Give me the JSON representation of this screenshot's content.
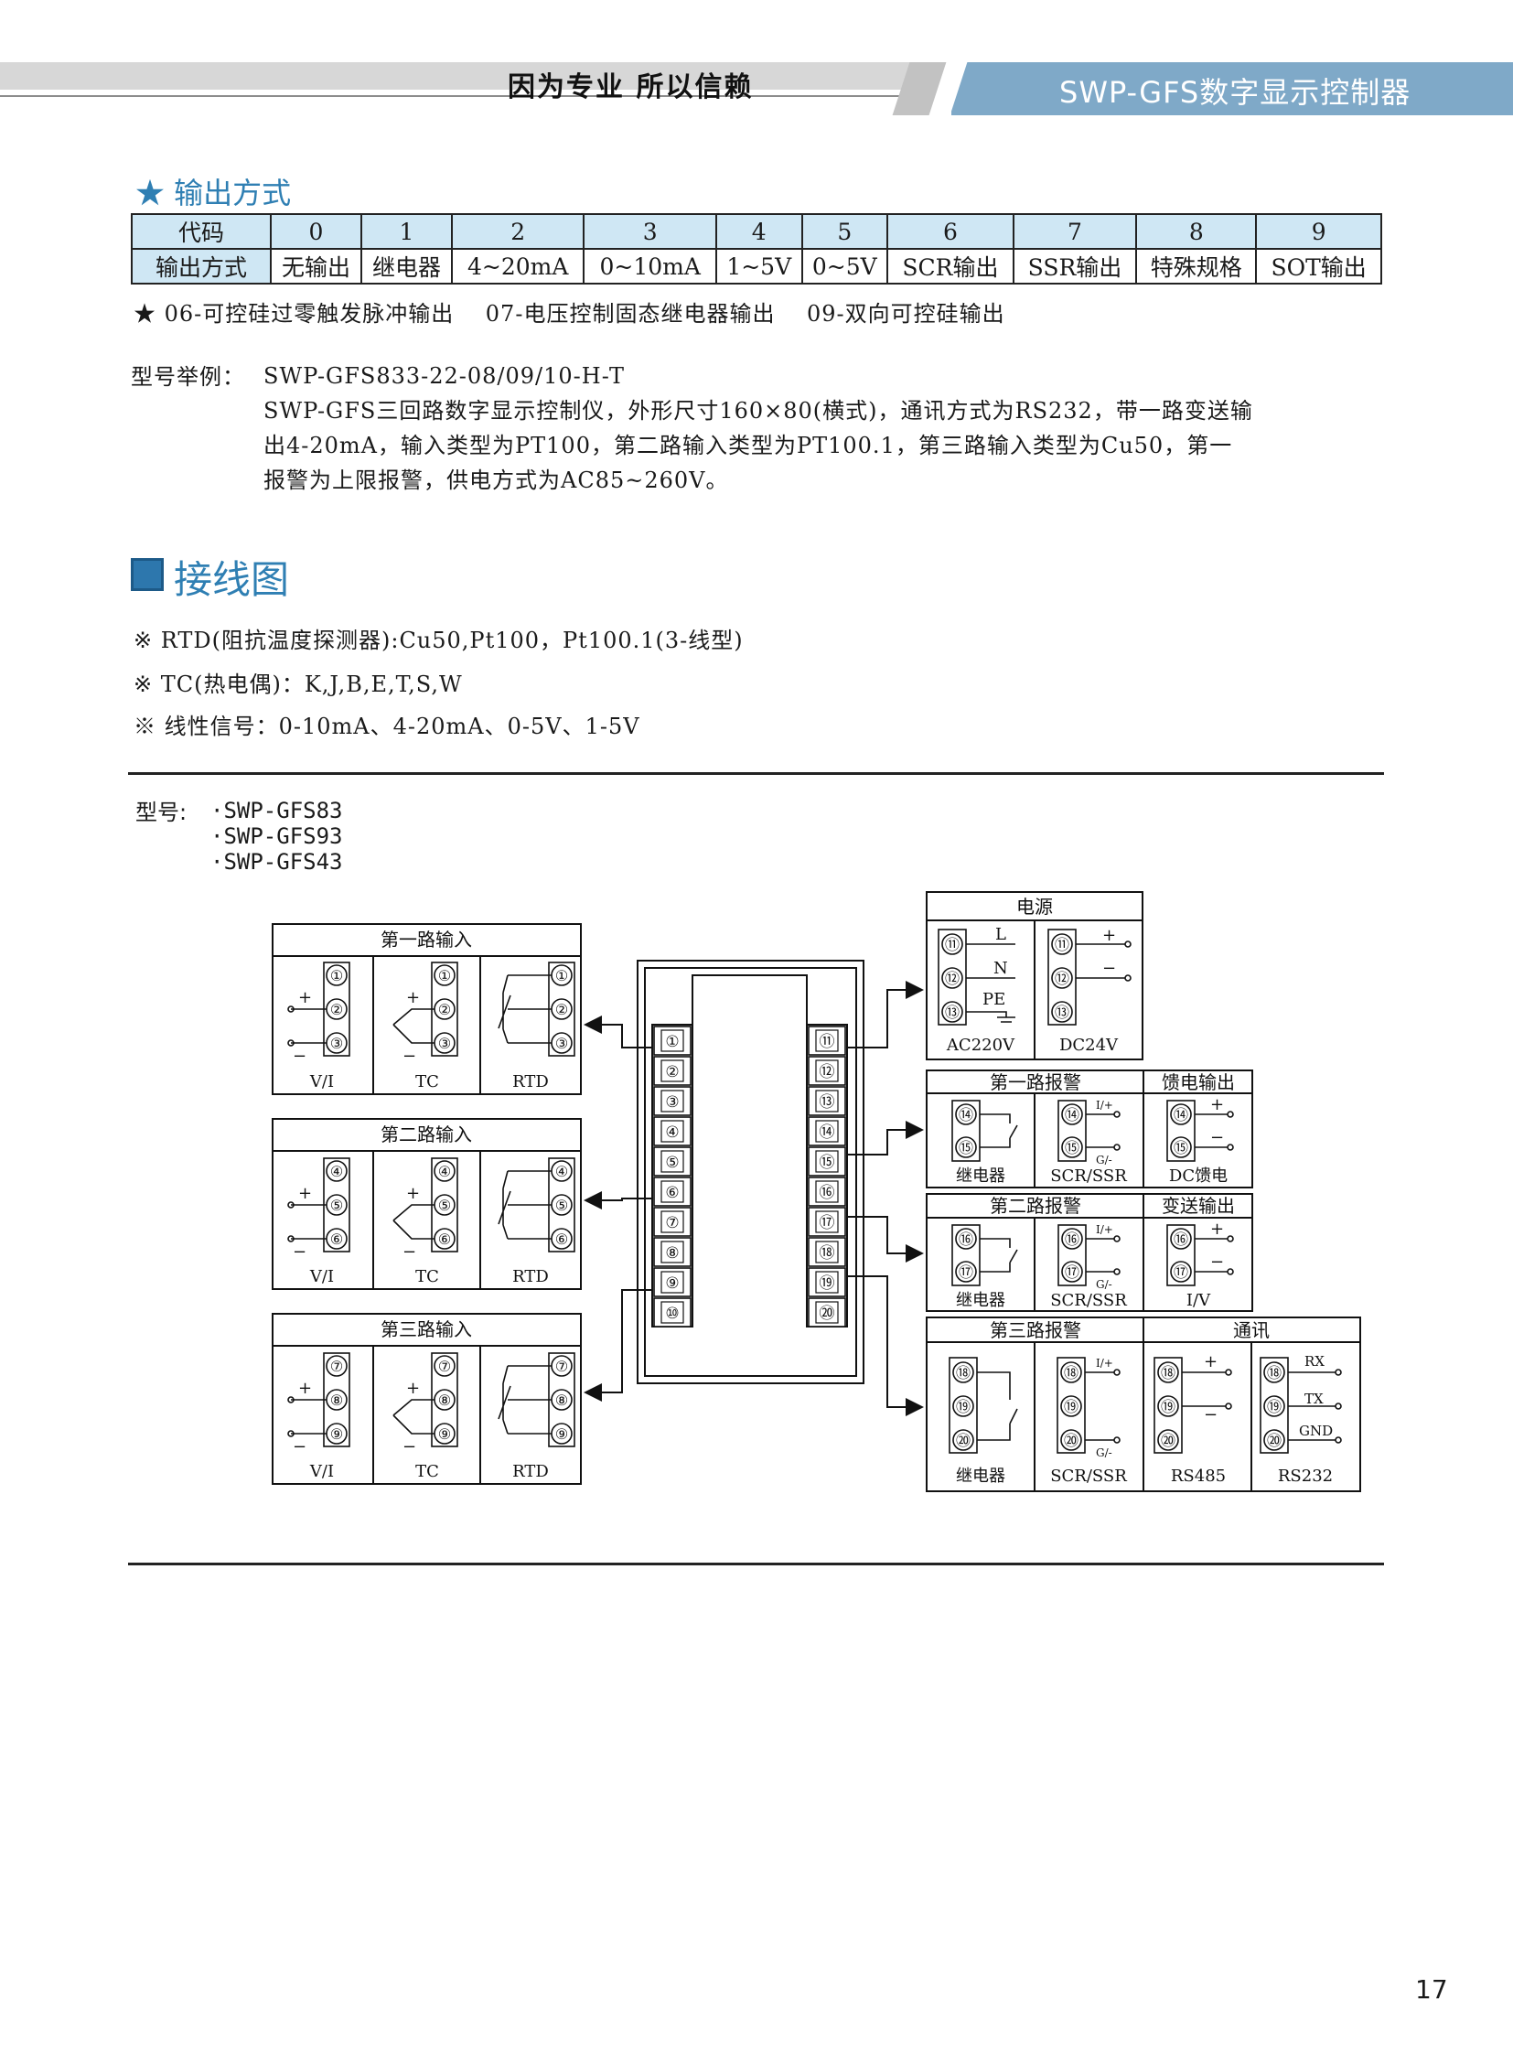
{
  "header": {
    "left_slogan": "因为专业  所以信赖",
    "right_title": "SWP-GFS数字显示控制器"
  },
  "output_section": {
    "title": "★ 输出方式",
    "table": {
      "row_labels": [
        "代码",
        "输出方式"
      ],
      "codes": [
        "0",
        "1",
        "2",
        "3",
        "4",
        "5",
        "6",
        "7",
        "8",
        "9"
      ],
      "outputs": [
        "无输出",
        "继电器",
        "4~20mA",
        "0~10mA",
        "1~5V",
        "0~5V",
        "SCR输出",
        "SSR输出",
        "特殊规格",
        "SOT输出"
      ]
    },
    "note": "★ 06-可控硅过零触发脉冲输出    07-电压控制固态继电器输出    09-双向可控硅输出"
  },
  "example": {
    "label": "型号举例：",
    "code_line": "SWP-GFS833-22-08/09/10-H-T",
    "desc_1": "SWP-GFS三回路数字显示控制仪，外形尺寸160×80(横式)，通讯方式为RS232，带一路变送输",
    "desc_2": "出4-20mA，输入类型为PT100，第二路输入类型为PT100.1，第三路输入类型为Cu50，第一",
    "desc_3": "报警为上限报警，供电方式为AC85~260V。"
  },
  "wiring_section": {
    "title": "接线图",
    "notes": [
      "※ RTD(阻抗温度探测器):Cu50,Pt100，Pt100.1(3-线型)",
      "※ TC(热电偶)：K,J,B,E,T,S,W",
      "※ 线性信号：0-10mA、4-20mA、0-5V、1-5V"
    ]
  },
  "models": {
    "label": "型号:",
    "items": [
      "·SWP-GFS83",
      "·SWP-GFS93",
      "·SWP-GFS43"
    ]
  },
  "diagram": {
    "inputs": [
      {
        "title": "第一路输入",
        "terms": [
          "①",
          "②",
          "③"
        ]
      },
      {
        "title": "第二路输入",
        "terms": [
          "④",
          "⑤",
          "⑥"
        ]
      },
      {
        "title": "第三路输入",
        "terms": [
          "⑦",
          "⑧",
          "⑨"
        ]
      }
    ],
    "input_labels": [
      "V/I",
      "TC",
      "RTD"
    ],
    "left_terminals": [
      "①",
      "②",
      "③",
      "④",
      "⑤",
      "⑥",
      "⑦",
      "⑧",
      "⑨",
      "⑩"
    ],
    "right_terminals": [
      "⑪",
      "⑫",
      "⑬",
      "⑭",
      "⑮",
      "⑯",
      "⑰",
      "⑱",
      "⑲",
      "⑳"
    ],
    "power": {
      "title": "电源",
      "L": "L",
      "N": "N",
      "PE": "PE",
      "ac": "AC220V",
      "dc": "DC24V"
    },
    "alarm1": {
      "title": "第一路报警",
      "feed_title": "馈电输出",
      "relay": "继电器",
      "scr": "SCR/SSR",
      "dc": "DC馈电"
    },
    "alarm2": {
      "title": "第二路报警",
      "trans_title": "变送输出",
      "relay": "继电器",
      "scr": "SCR/SSR",
      "iv": "I/V"
    },
    "alarm3": {
      "title": "第三路报警",
      "comm_title": "通讯",
      "relay": "继电器",
      "scr": "SCR/SSR",
      "rs485": "RS485",
      "rs232": "RS232",
      "rx": "RX",
      "tx": "TX",
      "gnd": "GND"
    },
    "signs": {
      "plus": "+",
      "minus": "−",
      "iplus": "I/+",
      "gminus": "G/-"
    }
  },
  "page_number": "17"
}
